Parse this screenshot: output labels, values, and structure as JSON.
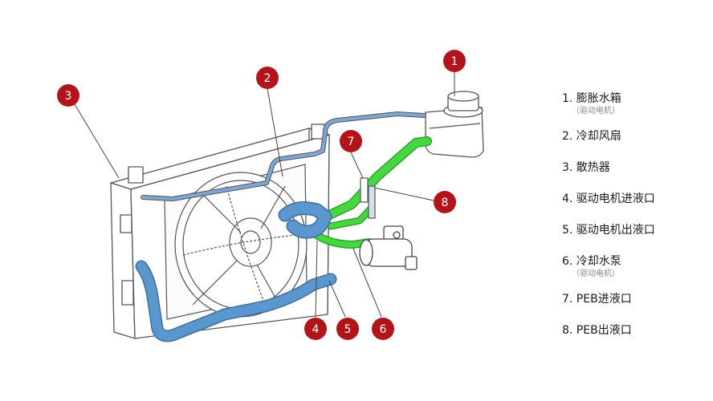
{
  "colors": {
    "callout": "#b3141a",
    "hose_blue": "#5b97cf",
    "hose_green": "#3ed13a",
    "outline": "#555555"
  },
  "callouts": [
    "1",
    "2",
    "3",
    "4",
    "5",
    "6",
    "7",
    "8"
  ],
  "legend": [
    {
      "label": "1. 膨胀水箱",
      "sub": "（驱动电机）"
    },
    {
      "label": "2. 冷却风扇"
    },
    {
      "label": "3. 散热器"
    },
    {
      "label": "4. 驱动电机进液口"
    },
    {
      "label": "5. 驱动电机出液口"
    },
    {
      "label": "6. 冷却水泵",
      "sub": "（驱动电机）"
    },
    {
      "label": "7. PEB进液口"
    },
    {
      "label": "8. PEB出液口"
    }
  ]
}
